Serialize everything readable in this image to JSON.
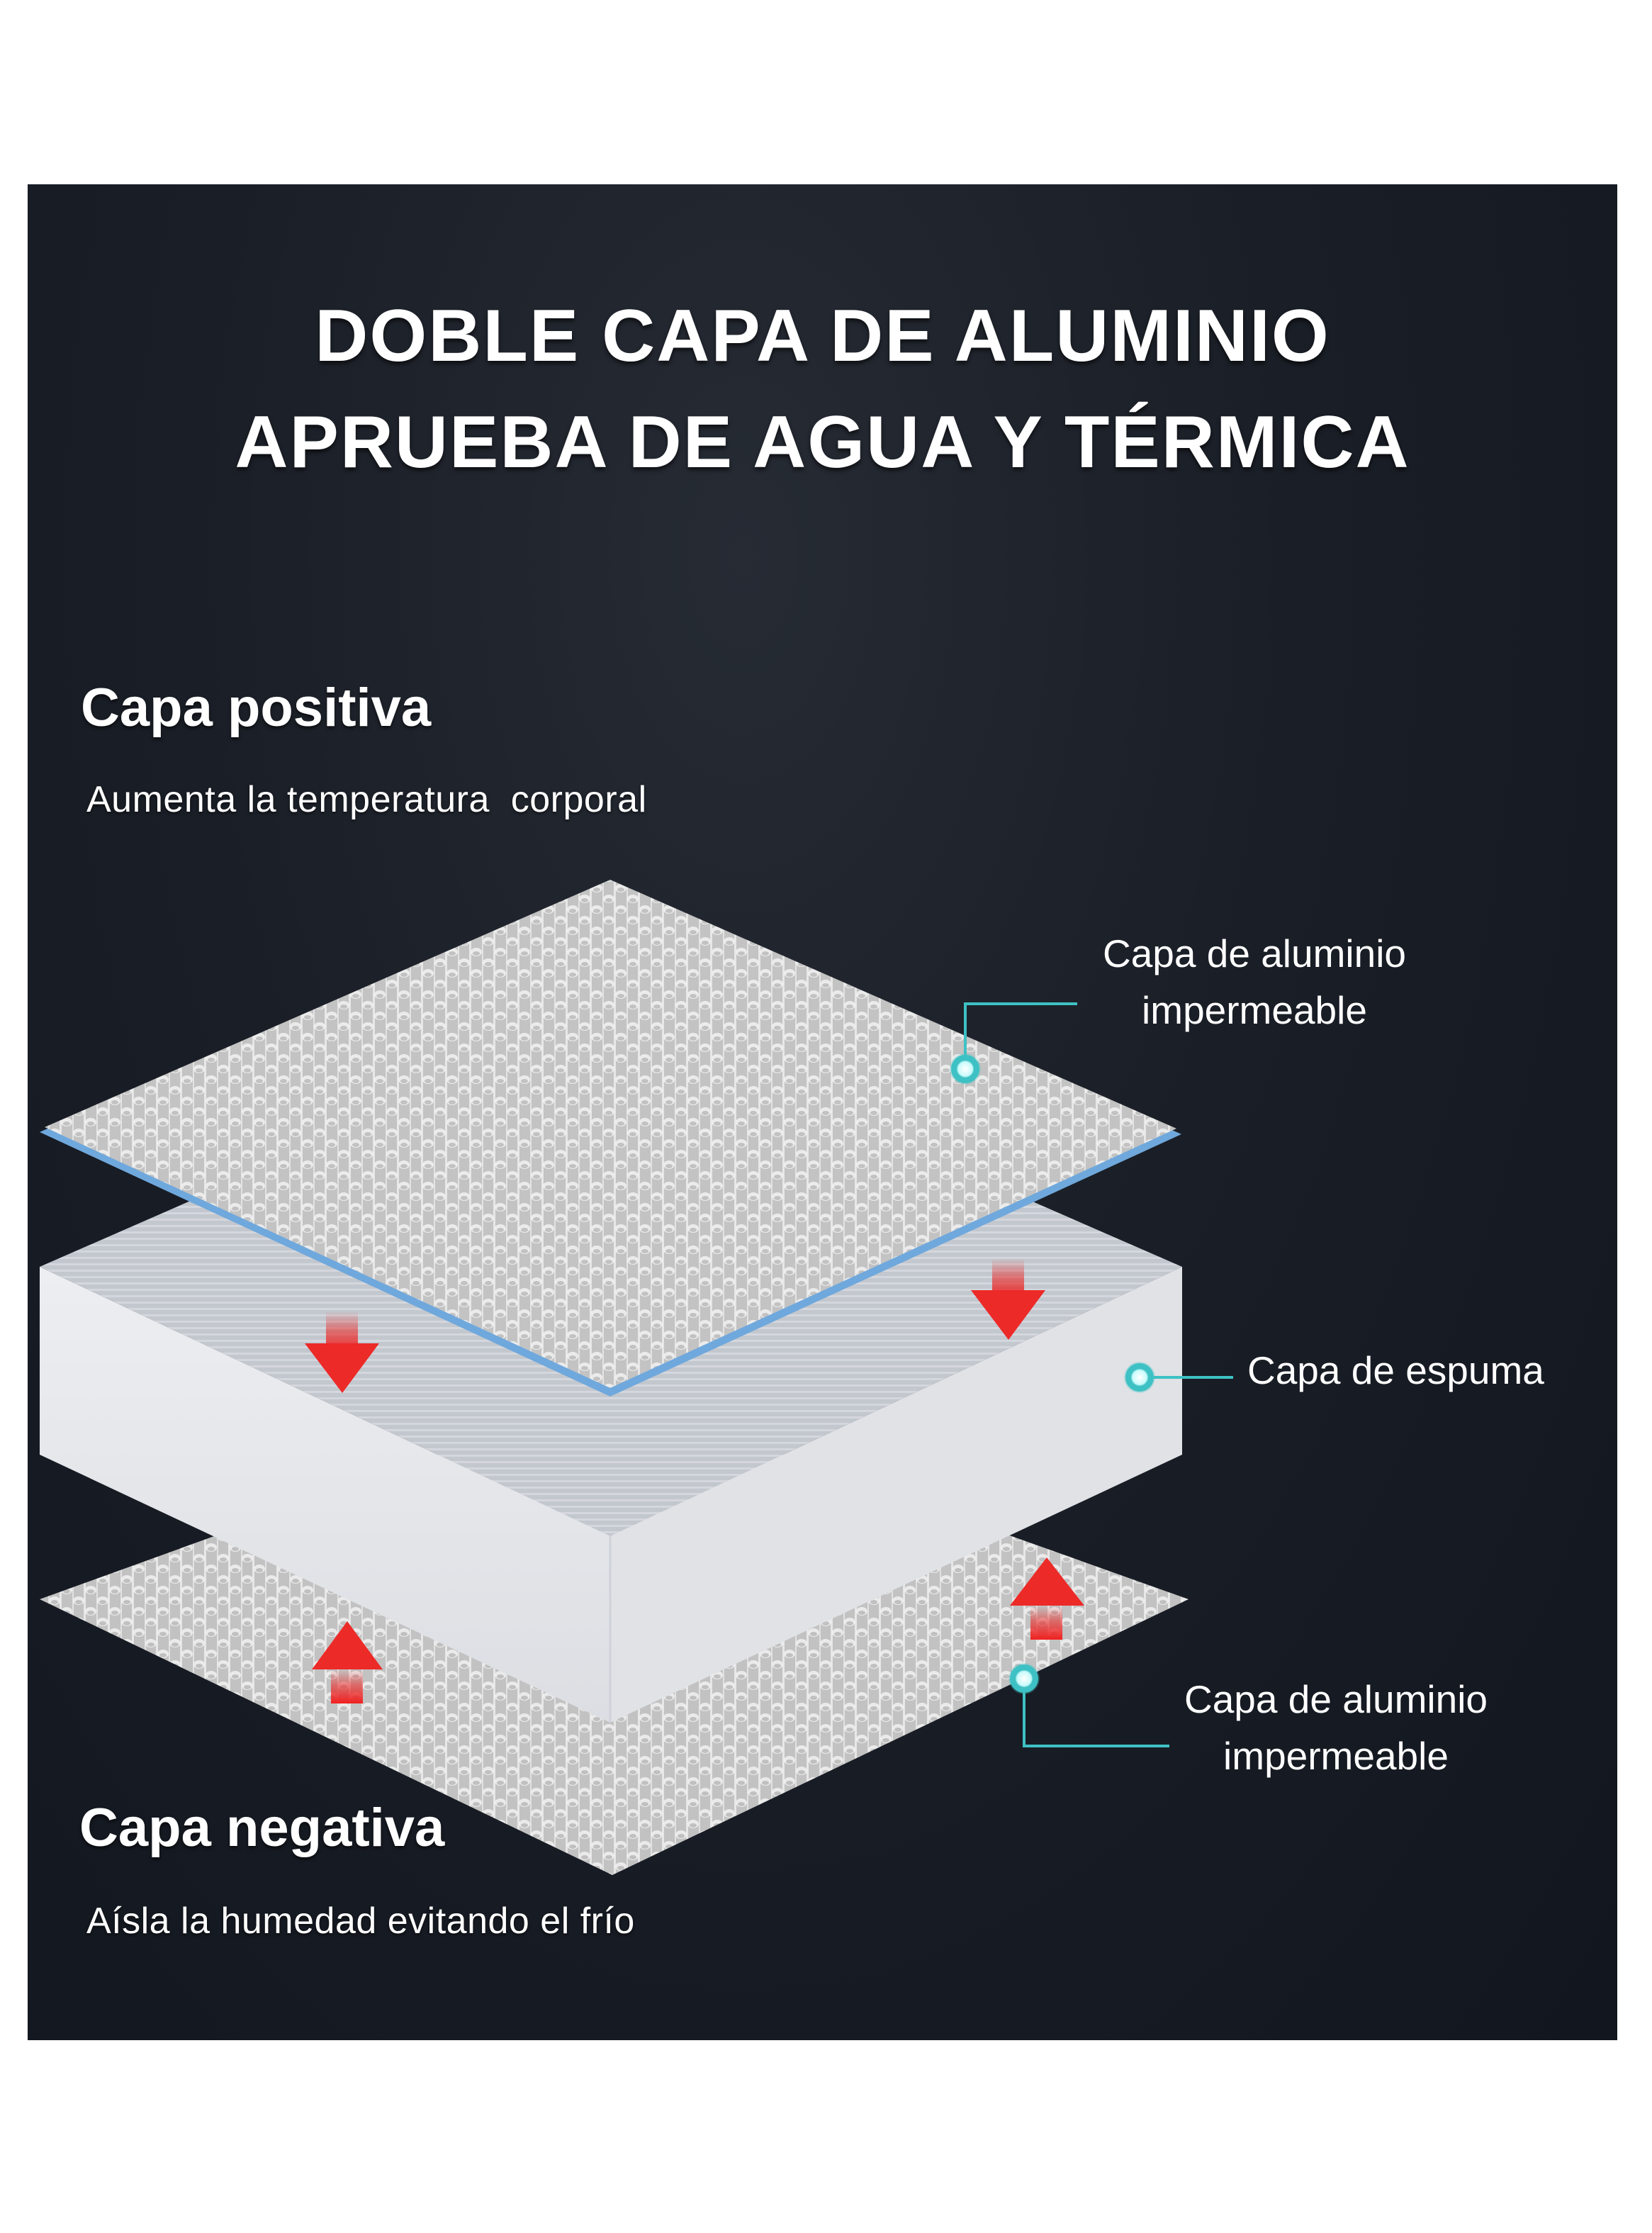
{
  "title": {
    "line1": "DOBLE CAPA DE ALUMINIO",
    "line2": "APRUEBA DE AGUA Y TÉRMICA"
  },
  "positive_layer": {
    "heading": "Capa positiva",
    "description": "Aumenta la temperatura  corporal"
  },
  "negative_layer": {
    "heading": "Capa negativa",
    "description": "Aísla la humedad evitando el frío"
  },
  "callouts": [
    {
      "line1": "Capa de aluminio",
      "line2": "impermeable"
    },
    {
      "line1": "Capa de espuma"
    },
    {
      "line1": "Capa de aluminio",
      "line2": "impermeable"
    }
  ],
  "icons": {
    "heat_arrows_down": "arrow-down-icon",
    "heat_arrows_up": "arrow-up-icon",
    "callout_marker": "circle-marker-icon"
  },
  "colors": {
    "background": "#1a1e26",
    "accent_teal": "#3ec1c4",
    "arrow_red": "#e8312f",
    "edge_blue": "#6fa8dc",
    "foil": "#cfcfcf",
    "foam": "#e6e7ea"
  }
}
